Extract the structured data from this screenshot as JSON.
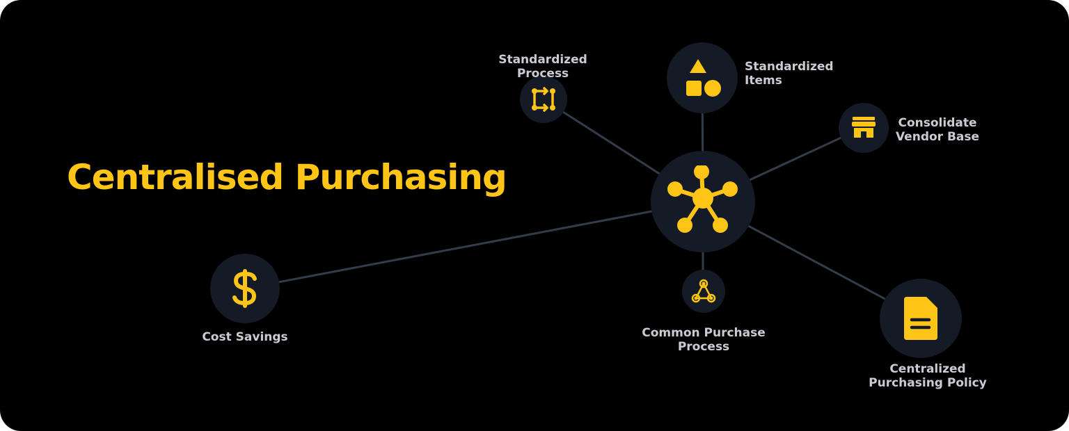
{
  "title": "Centralised Purchasing",
  "colors": {
    "background": "#000000",
    "accent": "#FFC516",
    "node_fill": "#141b27",
    "connector": "#343c4a",
    "label": "#c9ccd3"
  },
  "hub": {
    "icon": "network-hub-icon"
  },
  "nodes": [
    {
      "id": "standardized-process",
      "icon": "flow-arrows-icon",
      "label_lines": [
        "Standardized",
        "Process"
      ]
    },
    {
      "id": "standardized-items",
      "icon": "shapes-icon",
      "label_lines": [
        "Standardized",
        "Items"
      ]
    },
    {
      "id": "consolidate-vendor-base",
      "icon": "storefront-icon",
      "label_lines": [
        "Consolidate",
        "Vendor Base"
      ]
    },
    {
      "id": "cost-savings",
      "icon": "dollar-icon",
      "label_lines": [
        "Cost Savings"
      ]
    },
    {
      "id": "common-purchase-process",
      "icon": "cycle-nodes-icon",
      "label_lines": [
        "Common Purchase",
        "Process"
      ]
    },
    {
      "id": "centralized-purchasing-policy",
      "icon": "document-icon",
      "label_lines": [
        "Centralized",
        "Purchasing Policy"
      ]
    }
  ]
}
